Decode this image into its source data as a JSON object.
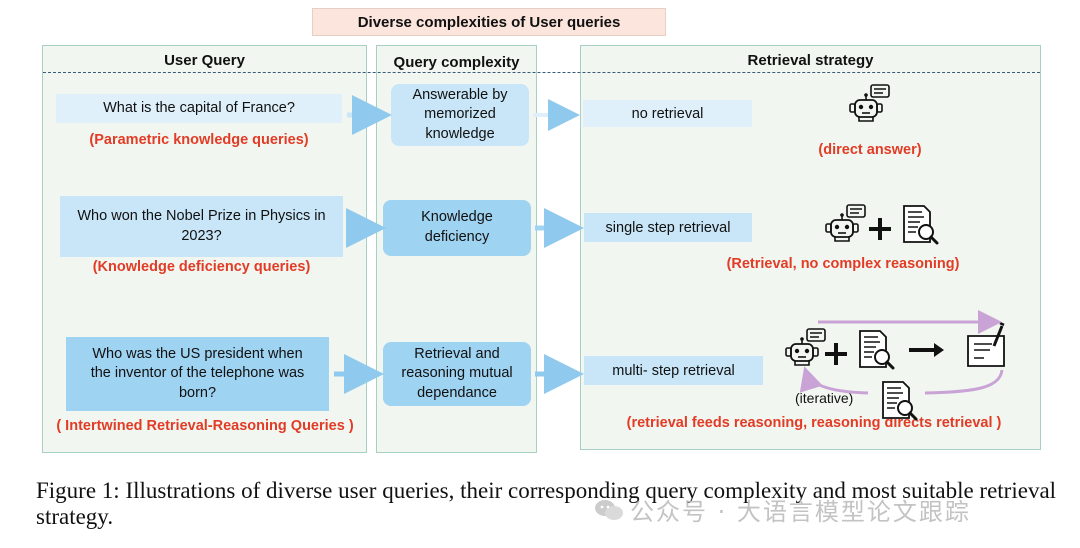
{
  "title": "Diverse complexities of User queries",
  "columns": {
    "user_query": "User Query",
    "query_complexity": "Query complexity",
    "retrieval_strategy": "Retrieval strategy"
  },
  "rows": [
    {
      "query": "What is the capital of France?",
      "query_type": "(Parametric knowledge queries)",
      "complexity": "Answerable by memorized knowledge",
      "strategy": "no retrieval",
      "outcome": "(direct answer)"
    },
    {
      "query": "Who won the Nobel Prize in Physics in 2023?",
      "query_type": "(Knowledge deficiency queries)",
      "complexity": "Knowledge deficiency",
      "strategy": "single step retrieval",
      "outcome": "(Retrieval, no complex reasoning)"
    },
    {
      "query": "Who was the US president when the inventor of the telephone was born?",
      "query_type": "( Intertwined Retrieval-Reasoning Queries )",
      "complexity": "Retrieval and reasoning mutual dependance",
      "strategy": "multi- step retrieval",
      "outcome": "(retrieval feeds reasoning, reasoning directs retrieval )",
      "iterative_label": "(iterative)"
    }
  ],
  "caption": "Figure 1: Illustrations of diverse user queries, their corresponding query complexity and most suitable retrieval strategy.",
  "watermark": "公众号 · 大语言模型论文跟踪",
  "colors": {
    "red_label": "#e23b26",
    "column_bg": "#f1f7f0",
    "arrow": "#8fc9ee",
    "loop_arrow": "#c9a3d6"
  },
  "icons": [
    "robot-icon",
    "plus-icon",
    "document-search-icon",
    "right-arrow-icon",
    "document-edit-icon",
    "wechat-icon"
  ]
}
